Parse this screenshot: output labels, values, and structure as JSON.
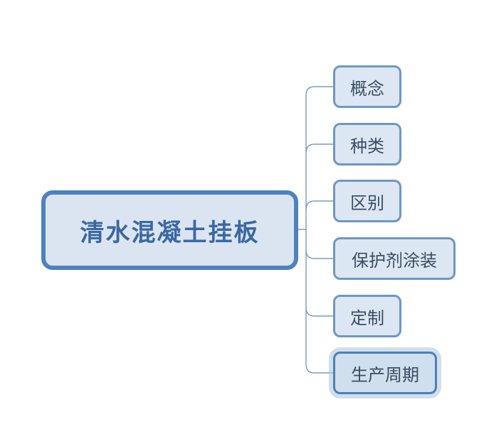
{
  "diagram": {
    "type": "mindmap",
    "background_color": "#ffffff",
    "connector_color": "#7b9cc2",
    "root": {
      "label": "清水混凝土挂板",
      "fill_color": "#dbe5f1",
      "border_color": "#4e81bd",
      "text_color": "#3a68a3"
    },
    "child_style": {
      "fill_color": "#dde7f3",
      "border_color": "#6d97c8",
      "text_color": "#3b4d63"
    },
    "selected_style": {
      "fill_color": "#cfdfee",
      "border_color": "#4a7fbc",
      "halo_color": "#adc3d7"
    },
    "children": [
      {
        "label": "概念",
        "selected": false
      },
      {
        "label": "种类",
        "selected": false
      },
      {
        "label": "区别",
        "selected": false
      },
      {
        "label": "保护剂涂装",
        "selected": false
      },
      {
        "label": "定制",
        "selected": false
      },
      {
        "label": "生产周期",
        "selected": true
      }
    ]
  }
}
